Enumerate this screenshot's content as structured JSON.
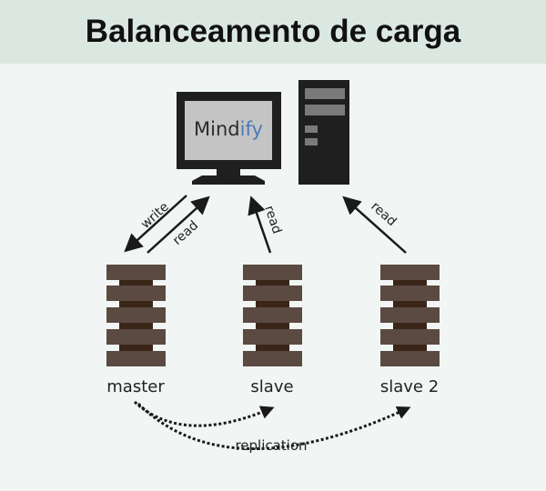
{
  "title": "Balanceamento de carga",
  "app_logo": {
    "part1": "Mind",
    "part2": "ify",
    "color1": "#2b2b2b",
    "color2": "#4a7bb7"
  },
  "arrows": {
    "write": "write",
    "read_master": "read",
    "read_slave": "read",
    "read_slave2": "read"
  },
  "databases": [
    {
      "label": "master"
    },
    {
      "label": "slave"
    },
    {
      "label": "slave 2"
    }
  ],
  "replication_label": "replication",
  "colors": {
    "db": "#5a4a41",
    "db_dark": "#3a2519",
    "computer": "#1f1f1f",
    "screen": "#c4c4c4"
  }
}
